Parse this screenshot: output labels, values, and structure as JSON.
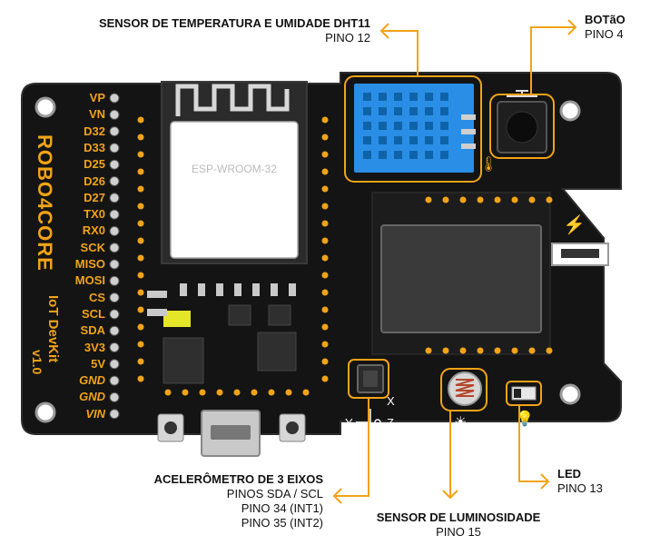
{
  "colors": {
    "accent": "#f2a316",
    "board": "#151515",
    "module": "#2a2a2a",
    "dht": "#1e8fe0"
  },
  "labels": {
    "dht": {
      "title": "SENSOR DE TEMPERATURA E UMIDADE  DHT11",
      "pin": "PINO 12"
    },
    "button": {
      "title": "BOTãO",
      "pin": "PINO 4"
    },
    "accel": {
      "title": "ACELERÔMETRO DE 3 EIXOS",
      "lines": [
        "PINOS SDA / SCL",
        "PINO 34 (INT1)",
        "PINO 35 (INT2)"
      ]
    },
    "light": {
      "title": "SENSOR DE LUMINOSIDADE",
      "pin": "PINO 15"
    },
    "led": {
      "title": "LED",
      "pin": "PINO 13"
    }
  },
  "board": {
    "brand": "ROBO4CORE",
    "product": "IoT DevKit",
    "version": "v1.0",
    "module_label": "ESP-WROOM-32",
    "pins": [
      "VP",
      "VN",
      "D32",
      "D33",
      "D25",
      "D26",
      "D27",
      "TX0",
      "RX0",
      "SCK",
      "MISO",
      "MOSI",
      "CS",
      "SCL",
      "SDA",
      "3V3",
      "5V",
      "GND",
      "GND",
      "VIN"
    ],
    "axis_x": "X",
    "axis_y": "Y",
    "axis_z": "Z"
  }
}
